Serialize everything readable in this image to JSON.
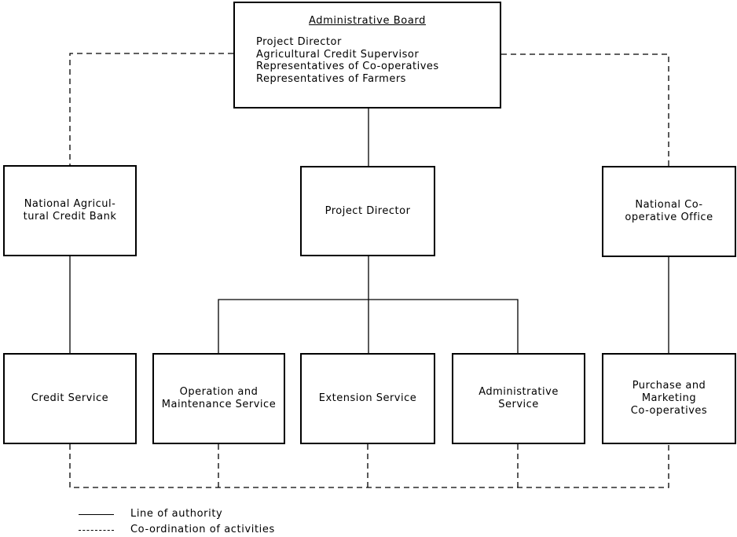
{
  "board": {
    "title": "Administrative Board",
    "members": [
      "Project Director",
      "Agricultural Credit Supervisor",
      "Representatives of Co-operatives",
      "Representatives of Farmers"
    ]
  },
  "nodes": {
    "bank": [
      "National Agricul-",
      "tural Credit Bank"
    ],
    "director": [
      "Project Director"
    ],
    "coop_office": [
      "National Co-",
      "operative Office"
    ],
    "credit": [
      "Credit Service"
    ],
    "operation": [
      "Operation and",
      "Maintenance Service"
    ],
    "extension": [
      "Extension Service"
    ],
    "administrative": [
      "Administrative",
      "Service"
    ],
    "purchase": [
      "Purchase and",
      "Marketing",
      "Co-operatives"
    ]
  },
  "legend": {
    "authority": "Line of authority",
    "coordination": "Co-ordination of activities"
  }
}
